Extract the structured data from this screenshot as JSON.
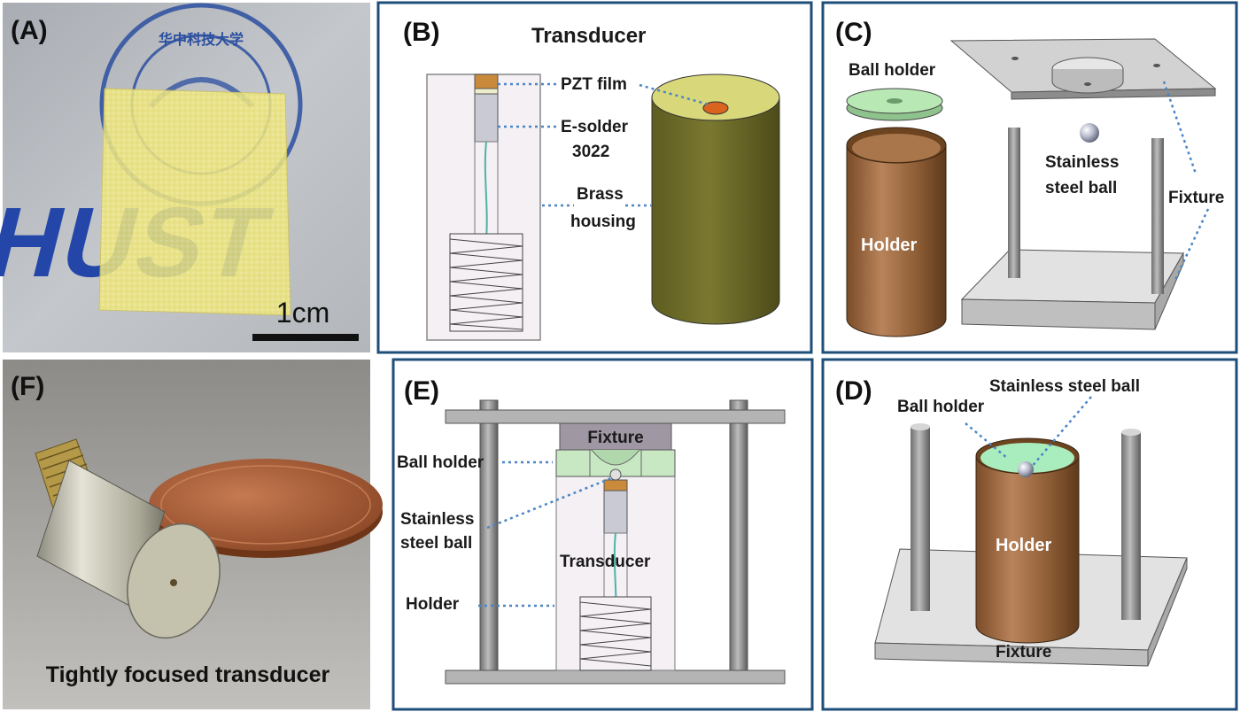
{
  "panels": {
    "a": {
      "label": "(A)",
      "seal_text": "华中科技大学",
      "logo_text": "HUST",
      "scale_bar_label": "1cm"
    },
    "b": {
      "label": "(B)",
      "title": "Transducer",
      "labels": {
        "pzt_film": "PZT film",
        "e_solder_1": "E-solder",
        "e_solder_2": "3022",
        "brass_1": "Brass",
        "brass_2": "housing"
      }
    },
    "c": {
      "label": "(C)",
      "labels": {
        "ball_holder": "Ball holder",
        "stainless_1": "Stainless",
        "stainless_2": "steel ball",
        "fixture": "Fixture",
        "holder": "Holder"
      }
    },
    "d": {
      "label": "(D)",
      "labels": {
        "stainless": "Stainless steel ball",
        "ball_holder": "Ball holder",
        "holder": "Holder",
        "fixture": "Fixture"
      }
    },
    "e": {
      "label": "(E)",
      "labels": {
        "fixture": "Fixture",
        "ball_holder": "Ball holder",
        "stainless_1": "Stainless",
        "stainless_2": "steel ball",
        "transducer": "Transducer",
        "holder": "Holder"
      }
    },
    "f": {
      "label": "(F)",
      "caption": "Tightly focused transducer"
    }
  },
  "colors": {
    "frame": "#1f4e79",
    "leader_line": "#4a86c5",
    "pzt_film_yellow": "#f3ef9a",
    "brass_olive": "#6e6c2a",
    "copper_holder": "#9a6a3c",
    "ball_holder_green": "#b8e8b4",
    "hust_blue": "#2446a8"
  }
}
